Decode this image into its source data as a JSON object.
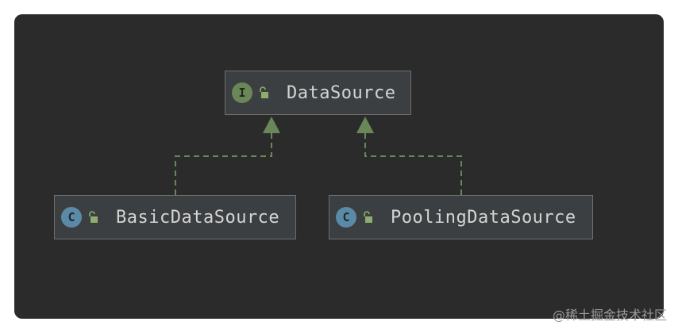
{
  "diagram": {
    "nodes": [
      {
        "id": "datasource",
        "name": "DataSource",
        "kind_badge": "I",
        "kind": "interface",
        "visibility_icon": "unlock-icon"
      },
      {
        "id": "basic",
        "name": "BasicDataSource",
        "kind_badge": "C",
        "kind": "class",
        "visibility_icon": "unlock-icon"
      },
      {
        "id": "pooling",
        "name": "PoolingDataSource",
        "kind_badge": "C",
        "kind": "class",
        "visibility_icon": "unlock-icon"
      }
    ],
    "edges": [
      {
        "from": "basic",
        "to": "datasource",
        "style": "dashed",
        "relation": "implements"
      },
      {
        "from": "pooling",
        "to": "datasource",
        "style": "dashed",
        "relation": "implements"
      }
    ],
    "colors": {
      "background": "#2b2b2b",
      "node_fill": "#3c3f41",
      "node_border": "#6e6e6e",
      "edge": "#6a8759",
      "interface_badge": "#6a8759",
      "class_badge": "#5b8aa6",
      "text": "#d4d4d4"
    }
  },
  "watermark": "@稀土掘金技术社区"
}
